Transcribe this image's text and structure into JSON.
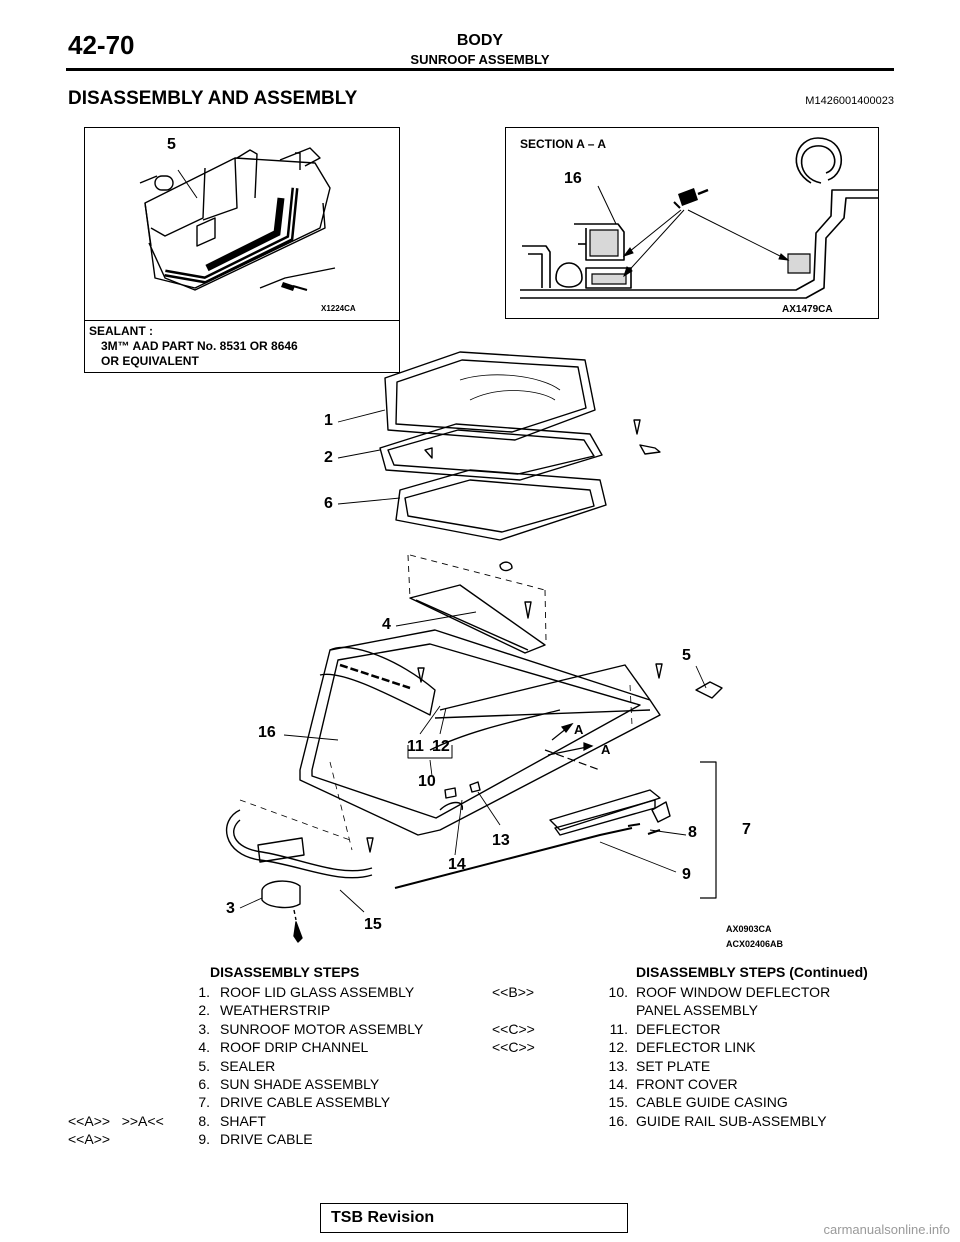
{
  "header": {
    "page_number": "42-70",
    "section": "BODY",
    "subsection": "SUNROOF ASSEMBLY"
  },
  "title": "DISASSEMBLY AND ASSEMBLY",
  "doc_code": "M1426001400023",
  "sealant_box": {
    "figure_code": "X1224CA",
    "callout": "5",
    "label": "SEALANT :",
    "line1": "3M™ AAD PART No. 8531 OR 8646",
    "line2": "OR EQUIVALENT"
  },
  "section_box": {
    "title": "SECTION A – A",
    "callout": "16",
    "figure_code": "AX1479CA"
  },
  "main_figure": {
    "codes": [
      "AX0903CA",
      "ACX02406AB"
    ],
    "callouts": [
      "1",
      "2",
      "6",
      "4",
      "5",
      "16",
      "11",
      "12",
      "10",
      "13",
      "14",
      "8",
      "7",
      "9",
      "3",
      "15"
    ],
    "section_markers": [
      "A",
      "A"
    ]
  },
  "steps_left": {
    "heading": "DISASSEMBLY STEPS",
    "items": [
      {
        "tag": "",
        "num": "1.",
        "text": "ROOF LID GLASS ASSEMBLY"
      },
      {
        "tag": "",
        "num": "2.",
        "text": "WEATHERSTRIP"
      },
      {
        "tag": "",
        "num": "3.",
        "text": "SUNROOF MOTOR ASSEMBLY"
      },
      {
        "tag": "",
        "num": "4.",
        "text": "ROOF DRIP CHANNEL"
      },
      {
        "tag": "",
        "num": "5.",
        "text": "SEALER"
      },
      {
        "tag": "",
        "num": "6.",
        "text": "SUN SHADE ASSEMBLY"
      },
      {
        "tag": "",
        "num": "7.",
        "text": "DRIVE CABLE ASSEMBLY"
      },
      {
        "tag": "<<A>>   >>A<<",
        "num": "8.",
        "text": "SHAFT"
      },
      {
        "tag": "<<A>>",
        "num": "9.",
        "text": "DRIVE CABLE"
      }
    ]
  },
  "steps_right": {
    "heading": "DISASSEMBLY STEPS (Continued)",
    "items": [
      {
        "tag": "<<B>>",
        "num": "10.",
        "text": "ROOF WINDOW DEFLECTOR",
        "cont": "PANEL ASSEMBLY"
      },
      {
        "tag": "<<C>>",
        "num": "11.",
        "text": "DEFLECTOR"
      },
      {
        "tag": "<<C>>",
        "num": "12.",
        "text": "DEFLECTOR LINK"
      },
      {
        "tag": "",
        "num": "13.",
        "text": "SET PLATE"
      },
      {
        "tag": "",
        "num": "14.",
        "text": "FRONT COVER"
      },
      {
        "tag": "",
        "num": "15.",
        "text": "CABLE GUIDE CASING"
      },
      {
        "tag": "",
        "num": "16.",
        "text": "GUIDE RAIL SUB-ASSEMBLY"
      }
    ]
  },
  "footer": {
    "tsb": "TSB Revision",
    "watermark": "carmanualsonline.info"
  }
}
